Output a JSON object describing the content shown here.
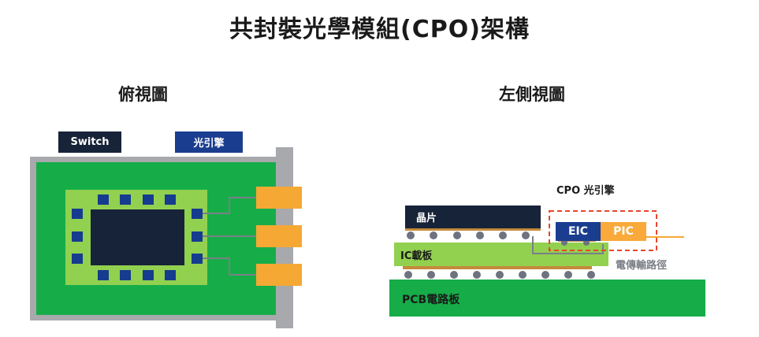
{
  "title": "共封裝光學模組(CPO)架構",
  "top_view": {
    "heading": "俯視圖",
    "switch_label": "Switch",
    "engine_label": "光引擎"
  },
  "side_view": {
    "heading": "左側視圖",
    "cpo_label": "CPO 光引擎",
    "chip_label": "晶片",
    "eic_label": "EIC",
    "pic_label": "PIC",
    "ic_substrate_label": "IC載板",
    "electrical_path_label": "電傳輸路徑",
    "pcb_label": "PCB電路板"
  },
  "colors": {
    "pcb_green": "#16ad49",
    "substrate_green": "#92d050",
    "chip_navy": "#172338",
    "die_blue": "#153c8e",
    "engine_blue": "#1b3d8f",
    "pic_orange": "#f9aa3a",
    "connector_orange": "#f5a834",
    "frame_gray": "#a7a9ad",
    "highlight_red": "#e8452c"
  }
}
